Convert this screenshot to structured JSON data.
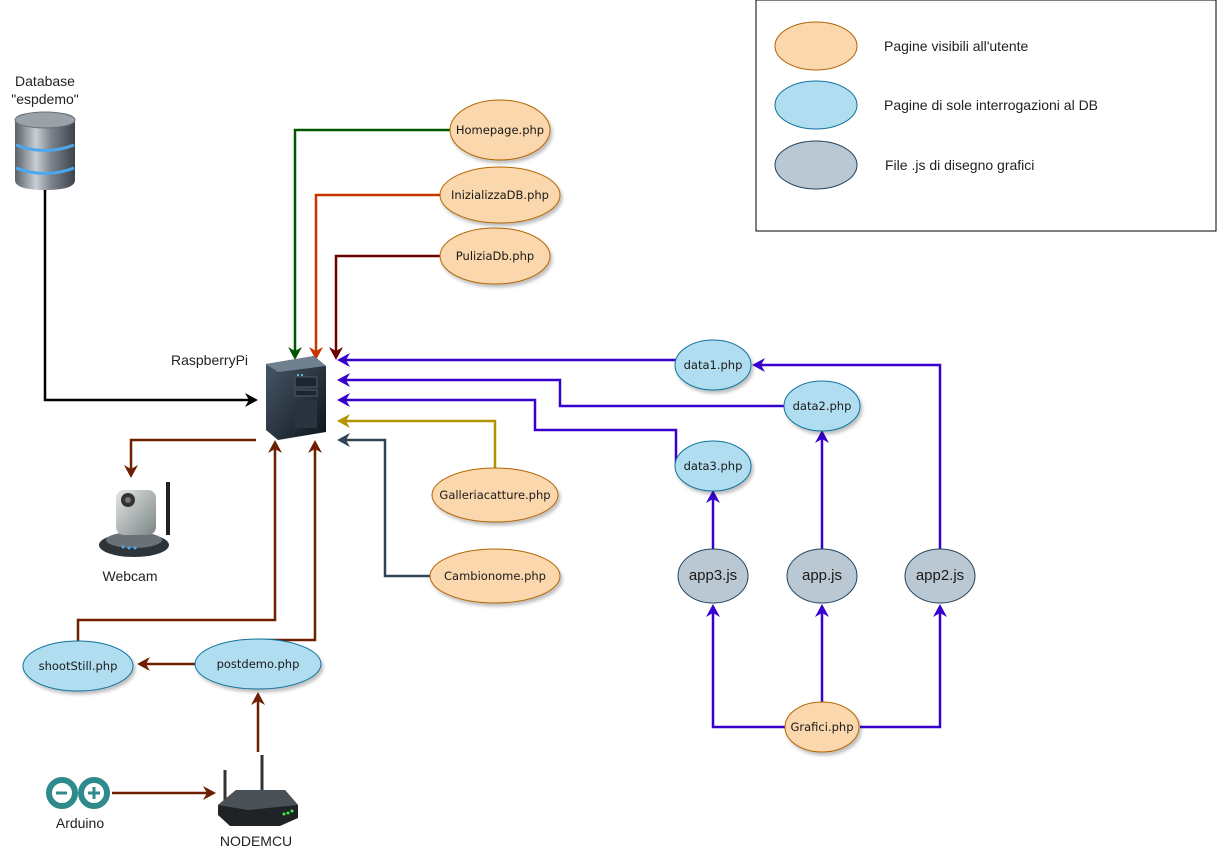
{
  "colors": {
    "user_page_fill": "#fad7ac",
    "user_page_stroke": "#b46504",
    "db_page_fill": "#b1ddf0",
    "db_page_stroke": "#10739e",
    "js_fill": "#bac8d3",
    "js_stroke": "#23445d",
    "edge_green": "#005700",
    "edge_orange": "#c73500",
    "edge_darkred": "#6f0000",
    "edge_blue": "#3700cc",
    "edge_gold": "#b09500",
    "edge_slate": "#314354",
    "edge_brown": "#6d1f00",
    "edge_black": "#000000"
  },
  "legend": {
    "items": [
      {
        "label": "Pagine visibili all'utente",
        "kind": "user_page"
      },
      {
        "label": "Pagine di sole interrogazioni al DB",
        "kind": "db_page"
      },
      {
        "label": "File .js di disegno grafici",
        "kind": "js"
      }
    ]
  },
  "devices": {
    "database": {
      "label_line1": "Database",
      "label_line2": "\"espdemo\""
    },
    "raspberry": {
      "label": "RaspberryPi"
    },
    "webcam": {
      "label": "Webcam"
    },
    "arduino": {
      "label": "Arduino"
    },
    "nodemcu": {
      "label": "NODEMCU"
    }
  },
  "nodes": {
    "homepage": "Homepage.php",
    "inizializza": "InizializzaDB.php",
    "pulizia": "PuliziaDb.php",
    "galleria": "Galleriacatture.php",
    "cambionome": "Cambionome.php",
    "data1": "data1.php",
    "data2": "data2.php",
    "data3": "data3.php",
    "app3": "app3.js",
    "app": "app.js",
    "app2": "app2.js",
    "grafici": "Grafici.php",
    "shootstill": "shootStill.php",
    "postdemo": "postdemo.php"
  }
}
